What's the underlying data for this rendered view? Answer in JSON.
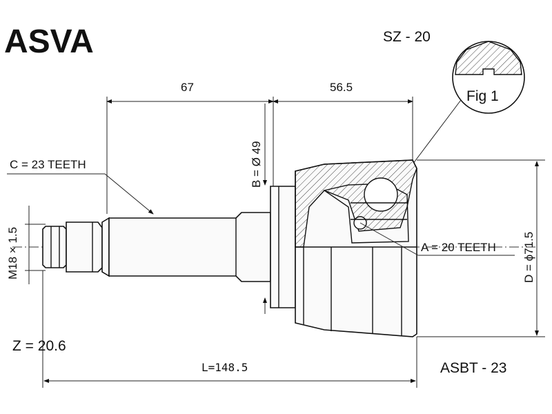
{
  "brand": "ASVA",
  "part_number": "SZ - 20",
  "figure_label": "Fig 1",
  "dimensions": {
    "left_length": "67",
    "right_length": "56.5",
    "b_diameter": "B = Ø 49",
    "c_teeth": "C = 23 TEETH",
    "thread": "M18 × 1.5",
    "a_teeth": "A = 20 TEETH",
    "d_diameter": "D = ϕ71.5",
    "overall_length": "L=148.5"
  },
  "z_value": "Z = 20.6",
  "boot_reference": "ASBT - 23"
}
